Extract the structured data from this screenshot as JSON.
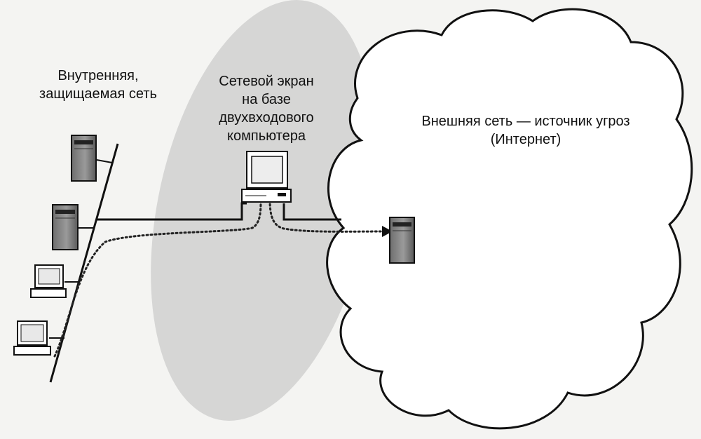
{
  "labels": {
    "internal_network": [
      "Внутренняя,",
      "защищаемая сеть"
    ],
    "firewall": [
      "Сетевой экран",
      "на базе",
      "двухвходового",
      "компьютера"
    ],
    "external_network": [
      "Внешняя сеть — источник угроз",
      "(Интернет)"
    ]
  },
  "icons": {
    "internal_servers": [
      "server-tower-icon",
      "server-tower-icon"
    ],
    "internal_workstations": [
      "desktop-computer-icon",
      "desktop-computer-icon"
    ],
    "firewall_host": "desktop-computer-icon",
    "external_server": "server-tower-icon"
  },
  "colors": {
    "ink": "#111111",
    "shadow_zone": "#bdbdbd",
    "cloud_fill": "#ffffff"
  }
}
